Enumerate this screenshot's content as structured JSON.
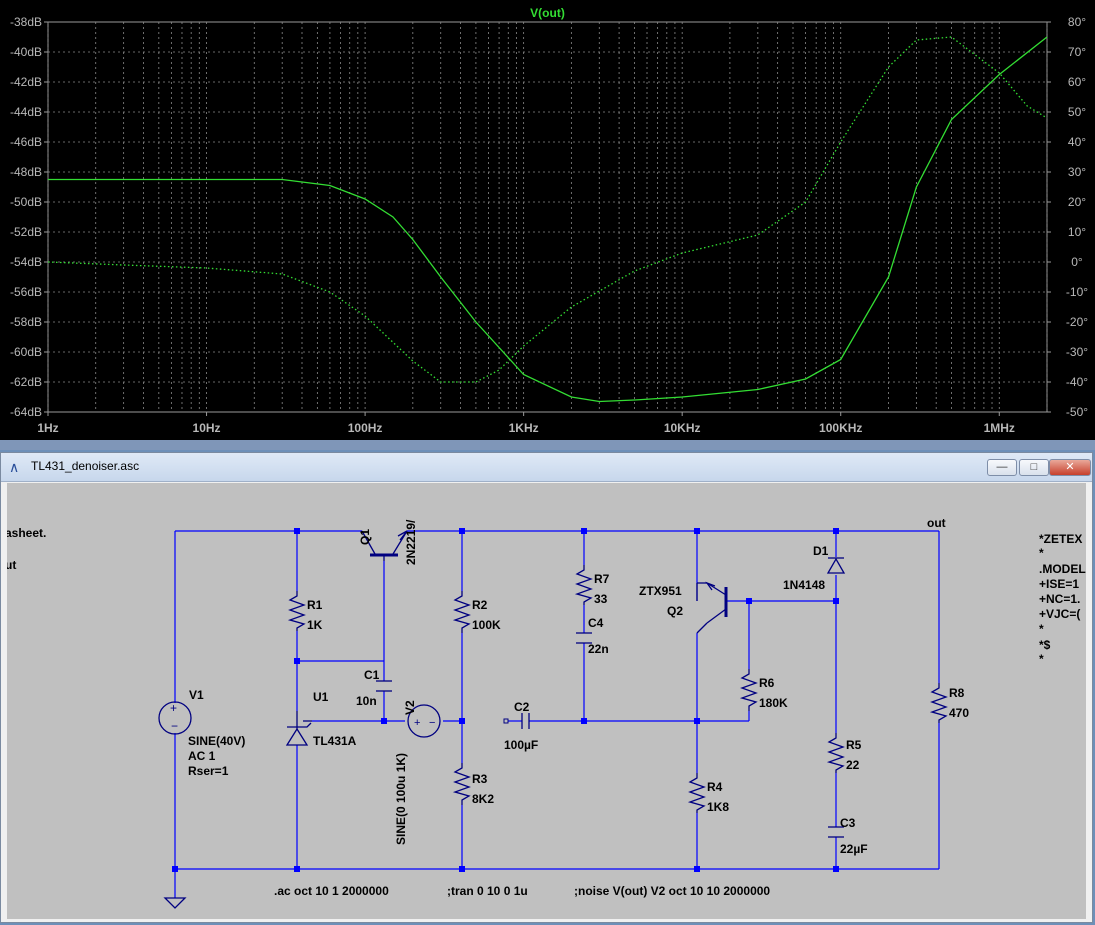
{
  "plot": {
    "trace_label": "V(out)",
    "left_axis_ticks": [
      "-38dB",
      "-40dB",
      "-42dB",
      "-44dB",
      "-46dB",
      "-48dB",
      "-50dB",
      "-52dB",
      "-54dB",
      "-56dB",
      "-58dB",
      "-60dB",
      "-62dB",
      "-64dB"
    ],
    "right_axis_ticks": [
      "80°",
      "70°",
      "60°",
      "50°",
      "40°",
      "30°",
      "20°",
      "10°",
      "0°",
      "-10°",
      "-20°",
      "-30°",
      "-40°",
      "-50°"
    ],
    "x_axis_ticks": [
      "1Hz",
      "10Hz",
      "100Hz",
      "1KHz",
      "10KHz",
      "100KHz",
      "1MHz"
    ],
    "trace_color": "#33dd33"
  },
  "schematic": {
    "window_title": "TL431_denoiser.asc",
    "labels": {
      "q1": "Q1",
      "q1_model": "2N2219/",
      "r1": "R1",
      "r1_val": "1K",
      "c1": "C1",
      "c1_val": "10n",
      "v1": "V1",
      "v1_val1": "SINE(40V)",
      "v1_val2": "AC 1",
      "v1_val3": "Rser=1",
      "u1": "U1",
      "u1_model": "TL431A",
      "v2": "V2",
      "v2_val": "SINE(0 100u 1K)",
      "r2": "R2",
      "r2_val": "100K",
      "r3": "R3",
      "r3_val": "8K2",
      "r7": "R7",
      "r7_val": "33",
      "c4": "C4",
      "c4_val": "22n",
      "c2": "C2",
      "c2_val": "100µF",
      "q2": "Q2",
      "q2_model": "ZTX951",
      "r6": "R6",
      "r6_val": "180K",
      "r4": "R4",
      "r4_val": "1K8",
      "d1": "D1",
      "d1_model": "1N4148",
      "r5": "R5",
      "r5_val": "22",
      "c3": "C3",
      "c3_val": "22µF",
      "r8": "R8",
      "r8_val": "470",
      "out": "out",
      "left_text1": "asheet.",
      "left_text2": "ut",
      "cmd_ac": ".ac oct 10 1 2000000",
      "cmd_tran": ";tran 0 10 0 1u",
      "cmd_noise": ";noise V(out) V2 oct 10 10 2000000",
      "model1": "*ZETEX",
      "model2": "*",
      "model3": ".MODEL",
      "model4": "+ISE=1",
      "model5": "+NC=1.",
      "model6": "+VJC=(",
      "model7": "*",
      "model8": "*$",
      "model9": "*"
    }
  },
  "chart_data": {
    "type": "line",
    "title": "V(out)",
    "xlabel": "",
    "ylabel": "",
    "x_scale": "log",
    "xlim": [
      1,
      2000000
    ],
    "ylim": [
      -64,
      -38
    ],
    "y2lim": [
      -50,
      80
    ],
    "grid": true,
    "series": [
      {
        "name": "",
        "axis": "magnitude_dB",
        "style": "solid",
        "x": [
          1,
          3,
          10,
          30,
          60,
          100,
          150,
          200,
          300,
          500,
          1000,
          2000,
          3000,
          5000,
          10000,
          30000,
          60000,
          100000,
          200000,
          300000,
          500000,
          1000000,
          2000000
        ],
        "y": [
          -48.5,
          -48.5,
          -48.5,
          -48.5,
          -48.9,
          -49.8,
          -51.0,
          -52.5,
          -55.0,
          -58.0,
          -61.5,
          -63.0,
          -63.3,
          -63.2,
          -63.0,
          -62.5,
          -61.8,
          -60.5,
          -55.0,
          -49.0,
          -44.5,
          -41.5,
          -39.0
        ]
      },
      {
        "name": "",
        "axis": "phase_deg",
        "style": "dotted",
        "x": [
          1,
          3,
          10,
          30,
          60,
          100,
          200,
          300,
          500,
          700,
          1000,
          2000,
          5000,
          10000,
          30000,
          60000,
          100000,
          200000,
          300000,
          500000,
          1000000,
          1500000,
          2000000
        ],
        "y": [
          0,
          -1,
          -2,
          -4,
          -10,
          -18,
          -33,
          -40,
          -40,
          -36,
          -28,
          -15,
          -3,
          3,
          9,
          20,
          40,
          65,
          74,
          75,
          63,
          52,
          48
        ]
      }
    ]
  }
}
